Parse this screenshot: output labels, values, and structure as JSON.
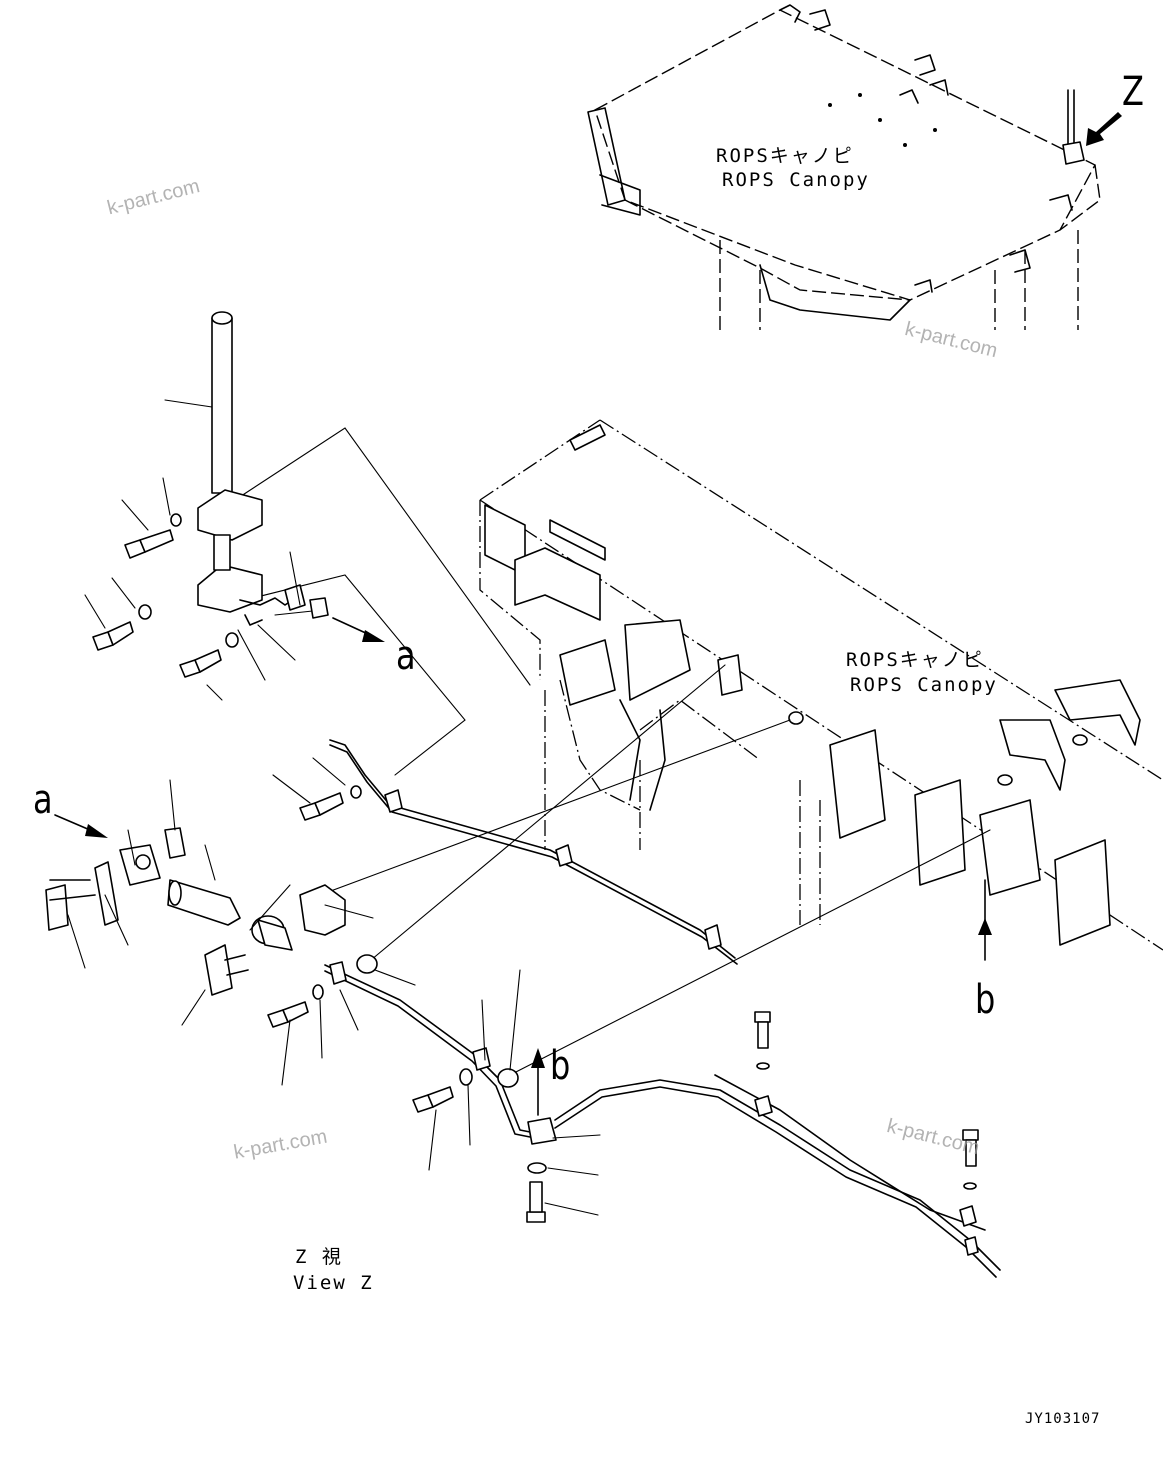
{
  "canopy_label_top": {
    "jp": "ROPSキャノピ",
    "en": "ROPS Canopy"
  },
  "canopy_label_mid": {
    "jp": "ROPSキャノピ",
    "en": "ROPS Canopy"
  },
  "view_marker": "Z",
  "view_label": {
    "jp": "Z 視",
    "en": "View Z"
  },
  "connector_labels": {
    "a_out": "a",
    "a_in": "a",
    "b_up": "b",
    "b_down": "b"
  },
  "drawing_code": "JY103107",
  "watermarks": [
    "k-part.com",
    "k-part.com",
    "k-part.com",
    "k-part.com"
  ]
}
